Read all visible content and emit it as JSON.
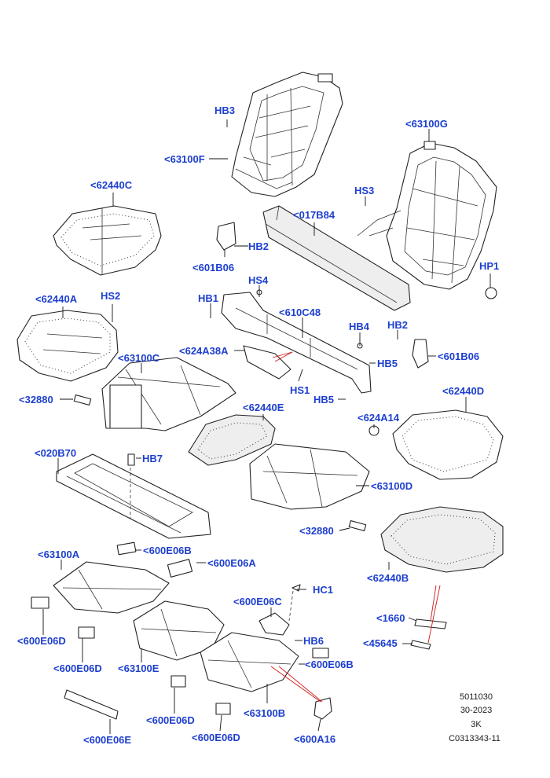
{
  "callouts": {
    "hb3": "HB3",
    "c63100g": "<63100G",
    "c63100f": "<63100F",
    "c62440c": "<62440C",
    "hs3": "HS3",
    "c017b84": "<017B84",
    "hb2_top": "HB2",
    "c601b06_left": "<601B06",
    "hp1": "HP1",
    "hs4": "HS4",
    "hb1": "HB1",
    "c62440a": "<62440A",
    "hs2": "HS2",
    "c610c48": "<610C48",
    "hb4": "HB4",
    "hb2_right": "HB2",
    "c624a38a": "<624A38A",
    "c63100c": "<63100C",
    "c601b06_right": "<601B06",
    "hb5_top": "HB5",
    "hs1": "HS1",
    "hb5_bottom": "HB5",
    "c62440d": "<62440D",
    "c32880_left": "<32880",
    "c62440e": "<62440E",
    "c624a14": "<624A14",
    "c020b70": "<020B70",
    "hb7": "HB7",
    "c63100d": "<63100D",
    "c32880_right": "<32880",
    "c63100a": "<63100A",
    "c600e06b_top": "<600E06B",
    "c600e06a": "<600E06A",
    "c62440b": "<62440B",
    "hc1": "HC1",
    "c600e06c": "<600E06C",
    "c1660": "<1660",
    "c600e06d_left": "<600E06D",
    "c600e06d_mid": "<600E06D",
    "c63100e": "<63100E",
    "hb6": "HB6",
    "c45645": "<45645",
    "c600e06b_bottom": "<600E06B",
    "c63100b": "<63100B",
    "c600e06d_bottom": "<600E06D",
    "c600e06d_bottom2": "<600E06D",
    "c600e06e": "<600E06E",
    "c600a16": "<600A16"
  },
  "footer": {
    "line1": "5011030",
    "line2": "30-2023",
    "line3": "3K",
    "line4": "C0313343-11"
  },
  "colors": {
    "label": "#1d3fcf",
    "leader": "#111111",
    "highlight": "#d01818"
  }
}
